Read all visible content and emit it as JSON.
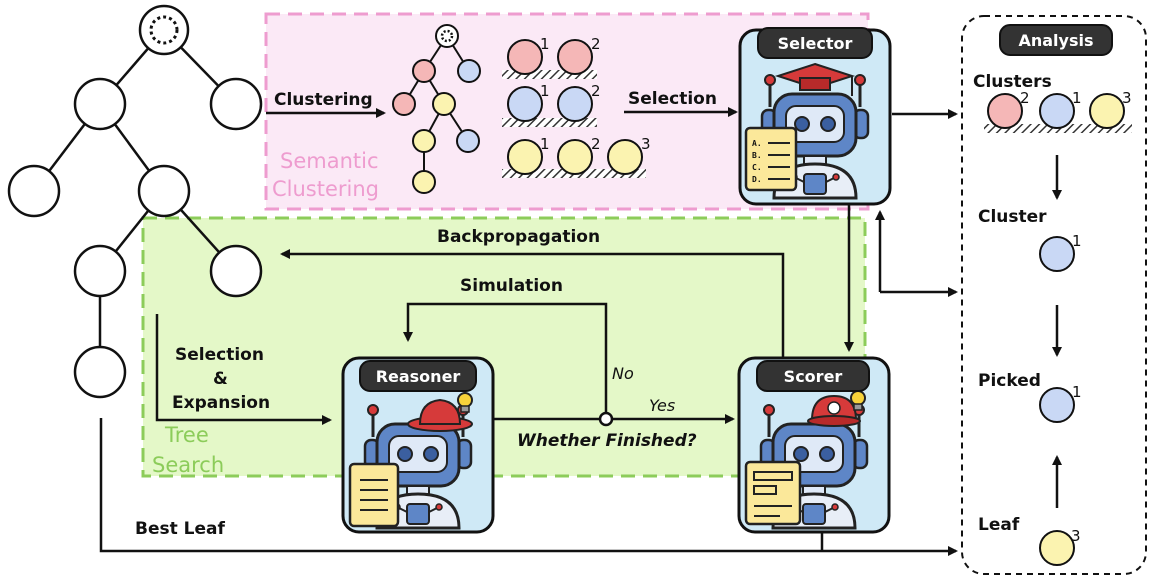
{
  "labels": {
    "clustering": "Clustering",
    "selection": "Selection",
    "backpropagation": "Backpropagation",
    "simulation": "Simulation",
    "selection_expansion_1": "Selection",
    "selection_expansion_2": "&",
    "selection_expansion_3": "Expansion",
    "no": "No",
    "yes": "Yes",
    "whether_finished": "Whether Finished?",
    "best_leaf": "Best Leaf"
  },
  "regions": {
    "semantic_1": "Semantic",
    "semantic_2": "Clustering",
    "tree_1": "Tree",
    "tree_2": "Search"
  },
  "agents": {
    "selector": "Selector",
    "reasoner": "Reasoner",
    "scorer": "Scorer"
  },
  "analysis": {
    "title": "Analysis",
    "clusters": "Clusters",
    "cluster": "Cluster",
    "picked": "Picked",
    "leaf": "Leaf"
  },
  "doc_letters": [
    "A.",
    "B.",
    "C.",
    "D."
  ],
  "badge_numbers": {
    "n1": "1",
    "n2": "2",
    "n3": "3"
  },
  "colors": {
    "pink": "#f5b7b7",
    "blue": "#c9d8f5",
    "yellow": "#fbf3b0",
    "pink_region": "#fbe9f6",
    "pink_border": "#ee9ccf",
    "green_region": "#e4f8c8",
    "green_border": "#8ccc5a",
    "robot_bg": "#cfe9f6",
    "robot_body": "#5e86c7",
    "hat_red": "#d63a3a",
    "pill_dark": "#333333"
  }
}
